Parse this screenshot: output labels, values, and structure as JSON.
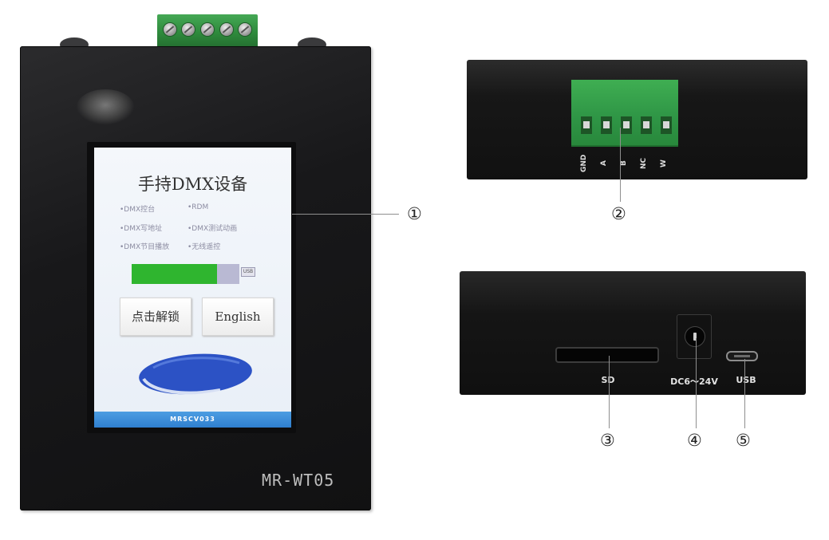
{
  "front": {
    "model_label": "MR-WT05",
    "screen": {
      "title": "手持DMX设备",
      "features": [
        [
          "•DMX控台",
          "•RDM"
        ],
        [
          "•DMX写地址",
          "•DMX测试动画"
        ],
        [
          "•DMX节目播放",
          "•无线遥控"
        ]
      ],
      "battery_level": 0.79,
      "battery_label": "USB",
      "unlock_button": "点击解锁",
      "english_button": "English",
      "footer": "MRSCV033"
    }
  },
  "top_view": {
    "terminal_labels": [
      "GND",
      "A",
      "B",
      "NC",
      "W"
    ]
  },
  "bottom_view": {
    "sd_label": "SD",
    "power_label": "DC6～24V",
    "usb_label": "USB"
  },
  "callouts": {
    "screen": "①",
    "terminal": "②",
    "sd_slot": "③",
    "power_jack": "④",
    "usb_port": "⑤"
  },
  "colors": {
    "device_black": "#161617",
    "terminal_green": "#2f9446",
    "battery_green": "#2fb52f",
    "battery_empty": "#b9b9d3",
    "screen_footer": "#3b8ed8",
    "logo_blue": "#2c52c5"
  }
}
